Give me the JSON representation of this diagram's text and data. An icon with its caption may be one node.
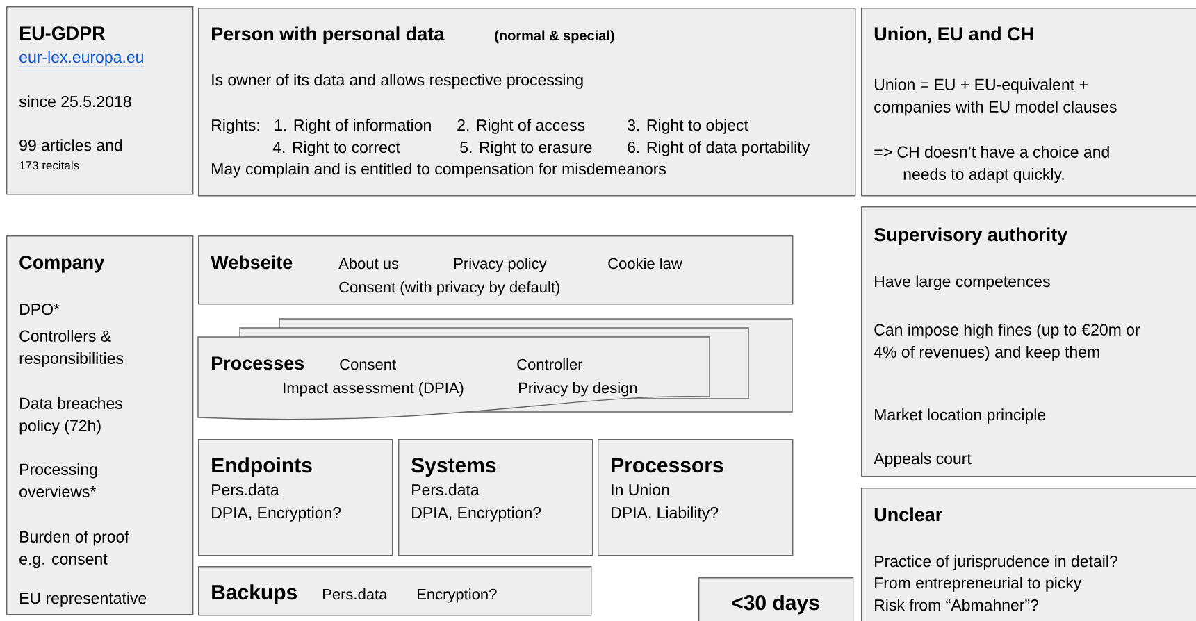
{
  "diagram": {
    "nodes": [
      {
        "text": [
          "EU-GDPR",
          "eur-lex.europa.eu",
          "since 25.5.2018",
          "99 articles and",
          "173 recitals"
        ]
      },
      {
        "text": [
          "Person with personal data",
          "(normal & special)",
          "Is owner of its data and allows respective processing",
          "Rights:",
          "1. Right of information",
          "2. Right of access",
          "3. Right to object",
          "4. Right to correct",
          "5. Right to erasure",
          "6. Right of data portability",
          "May complain and is entitled to compensation for misdemeanors"
        ]
      },
      {
        "text": [
          "Union, EU and CH",
          "Union = EU + EU-equivalent + companies with EU model clauses",
          "=> CH doesn’t have a choice and needs to adapt quickly."
        ]
      },
      {
        "text": [
          "Supervisory authority",
          "Have large competences",
          "Can impose high fines (up to €20m or 4% of revenues) and keep them",
          "Market location principle",
          "Appeals court"
        ]
      },
      {
        "text": [
          "Company",
          "DPO*",
          "Controllers & responsibilities",
          "Data breaches policy (72h)",
          "Processing overviews*",
          "Burden of proof e.g. consent",
          "EU representative"
        ]
      },
      {
        "text": [
          "Webseite",
          "About us",
          "Privacy policy",
          "Cookie law",
          "Consent (with privacy by default)"
        ]
      },
      {
        "text": [
          "Processes",
          "Consent",
          "Controller",
          "Impact assessment (DPIA)",
          "Privacy by design"
        ]
      },
      {
        "text": [
          "Endpoints",
          "Pers.data",
          "DPIA, Encryption?"
        ]
      },
      {
        "text": [
          "Systems",
          "Pers.data",
          "DPIA, Encryption?"
        ]
      },
      {
        "text": [
          "Processors",
          "In Union",
          "DPIA, Liability?"
        ]
      },
      {
        "text": [
          "Unclear",
          "Practice of jurisprudence in detail?",
          "From entrepreneurial to picky",
          "Risk from “Abmahner”?"
        ]
      },
      {
        "text": [
          "Backups",
          "Pers.data",
          "Encryption?"
        ]
      },
      {
        "text": [
          "<30 days"
        ]
      }
    ]
  }
}
